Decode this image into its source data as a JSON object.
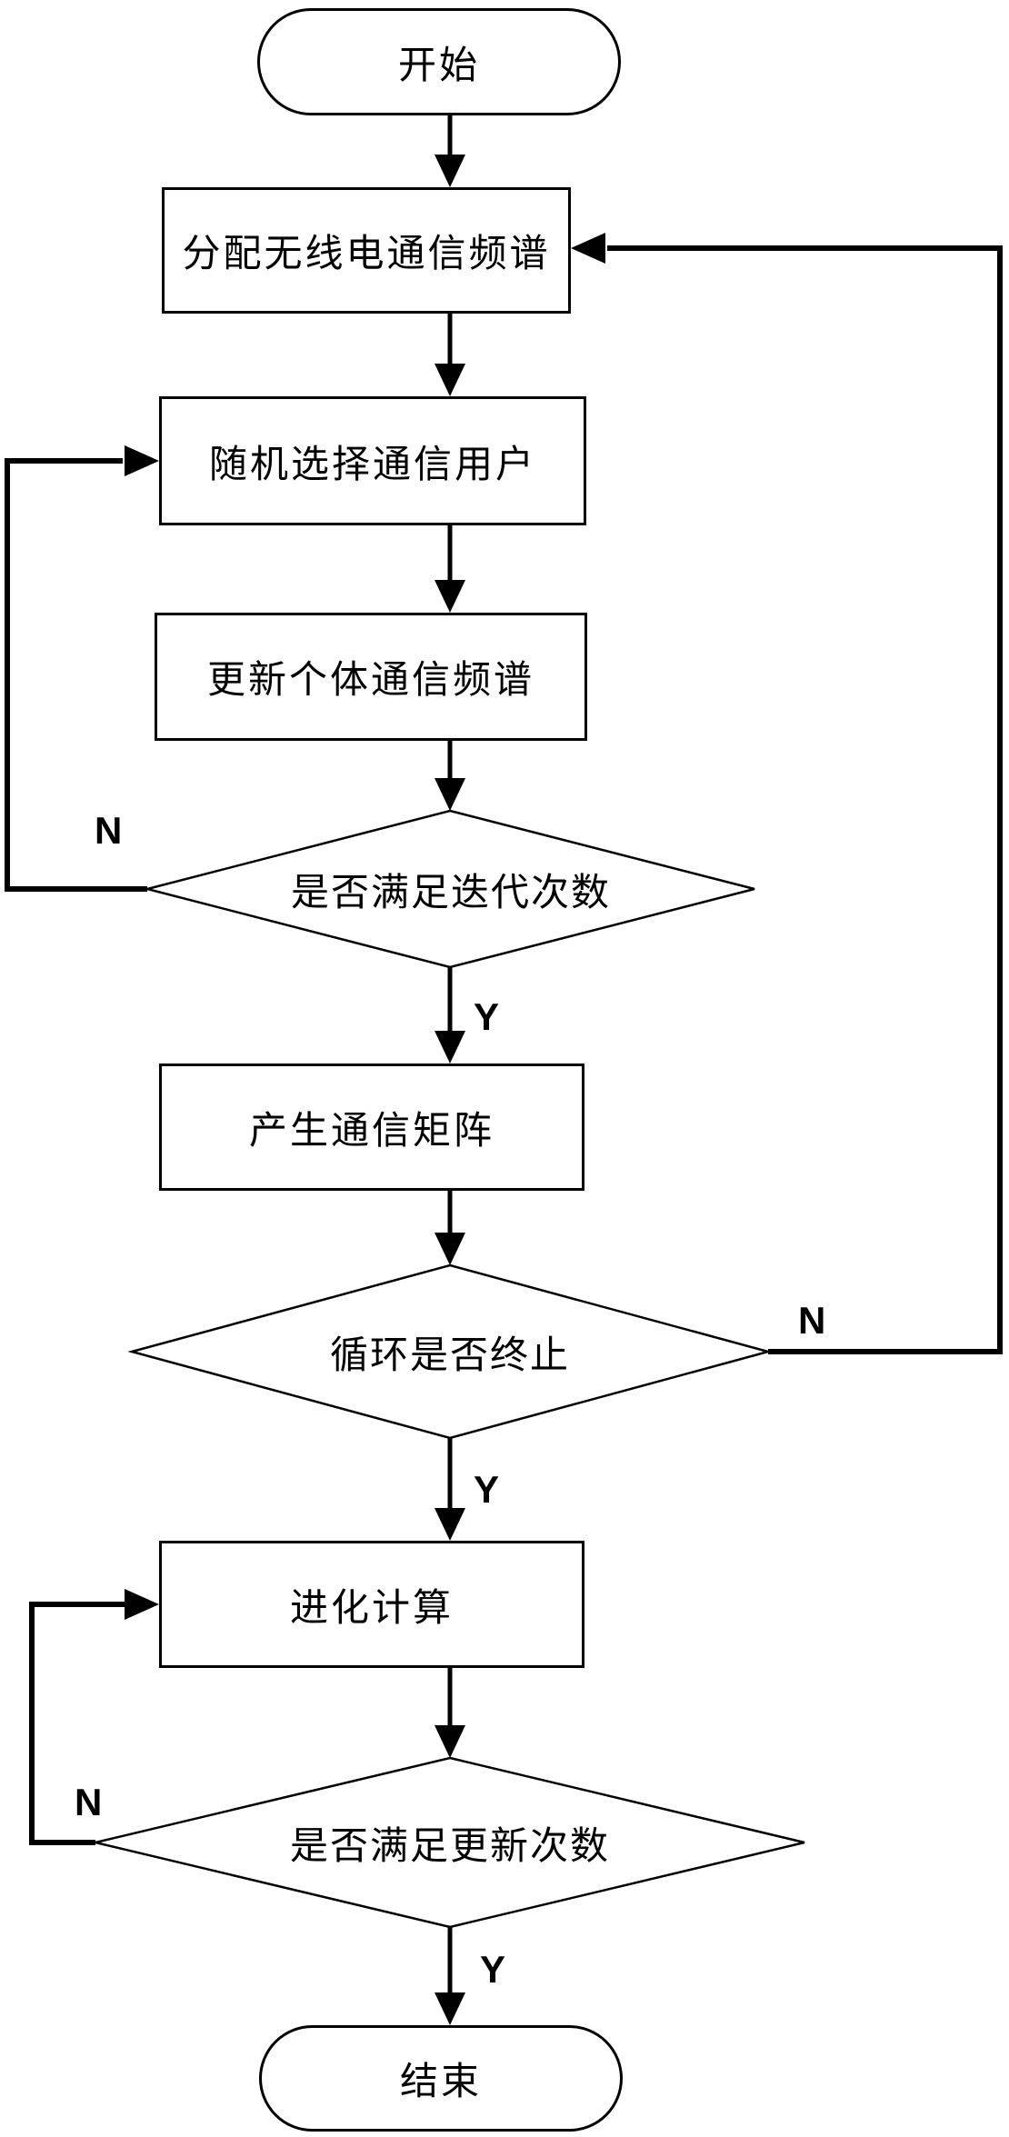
{
  "flowchart": {
    "nodes": {
      "start": "开始",
      "allocate": "分配无线电通信频谱",
      "select": "随机选择通信用户",
      "update": "更新个体通信频谱",
      "iter_check": "是否满足迭代次数",
      "matrix": "产生通信矩阵",
      "loop_check": "循环是否终止",
      "evolve": "进化计算",
      "update_check": "是否满足更新次数",
      "end": "结束"
    },
    "branches": {
      "iter_no": "N",
      "iter_yes": "Y",
      "loop_no": "N",
      "loop_yes": "Y",
      "update_no": "N",
      "update_yes": "Y"
    },
    "colors": {
      "line": "#000000",
      "fill": "#ffffff"
    },
    "edges": [
      {
        "from": "start",
        "to": "allocate",
        "label": ""
      },
      {
        "from": "allocate",
        "to": "select",
        "label": ""
      },
      {
        "from": "select",
        "to": "update",
        "label": ""
      },
      {
        "from": "update",
        "to": "iter_check",
        "label": ""
      },
      {
        "from": "iter_check",
        "to": "select",
        "label": "N"
      },
      {
        "from": "iter_check",
        "to": "matrix",
        "label": "Y"
      },
      {
        "from": "matrix",
        "to": "loop_check",
        "label": ""
      },
      {
        "from": "loop_check",
        "to": "allocate",
        "label": "N"
      },
      {
        "from": "loop_check",
        "to": "evolve",
        "label": "Y"
      },
      {
        "from": "evolve",
        "to": "update_check",
        "label": ""
      },
      {
        "from": "update_check",
        "to": "evolve",
        "label": "N"
      },
      {
        "from": "update_check",
        "to": "end",
        "label": "Y"
      }
    ]
  }
}
